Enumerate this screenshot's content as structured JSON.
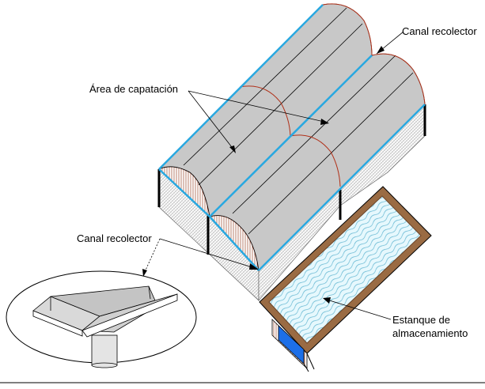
{
  "labels": {
    "canal_top": "Canal recolector",
    "area_captacion": "Área de capatación",
    "canal_left": "Canal recolector",
    "estanque_line1": "Estanque de",
    "estanque_line2": "almacenamiento"
  },
  "colors": {
    "roof_fill": "#c8c8c8",
    "roof_edge": "#29a8e0",
    "arch_line": "#b03018",
    "frame_brown": "#9a6b43",
    "water_light": "#d8f4fc",
    "water_line": "#4aa8c8",
    "pipe_blue": "#1d6fe8",
    "wall_pattern": "#c8c8c8"
  }
}
